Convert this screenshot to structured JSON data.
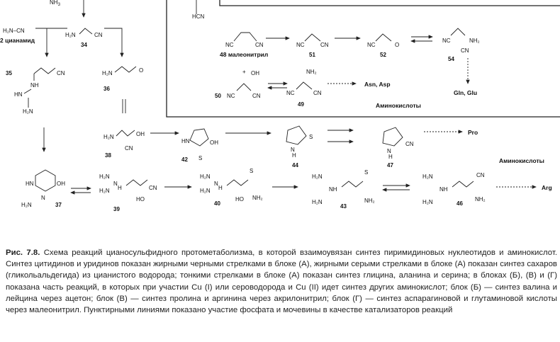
{
  "labels": {
    "nh3": "NH",
    "nh3_sub": "3",
    "hcn": "HCN",
    "h2n_cn_left": "H₂N–CN",
    "cyanamide": "2 цианамид",
    "n34": "34",
    "n35": "35",
    "n36": "36",
    "n37": "37",
    "n38": "38",
    "n39": "39",
    "n40": "40",
    "n42": "42",
    "n43": "43",
    "n44": "44",
    "n46": "46",
    "n47": "47",
    "n48": "48 малеонитрил",
    "n49": "49",
    "n50": "50",
    "n51": "51",
    "n52": "52",
    "n54": "54",
    "asn_asp": "Asn, Asp",
    "gln_glu": "Gln, Glu",
    "amino_acids_1": "Аминокислоты",
    "amino_acids_2": "Аминокислоты",
    "pro": "Pro",
    "arg": "Arg",
    "nc": "NC",
    "cn": "CN",
    "h2n": "H₂N",
    "nh2": "NH₂",
    "nh": "NH",
    "hn": "HN",
    "n": "N",
    "oh": "OH",
    "ho": "HO",
    "o": "O",
    "s": "S",
    "h": "H",
    "plus": "+"
  },
  "caption": {
    "fig": "Рис. 7.8.",
    "text": " Схема реакций цианосульфидного протометаболизма, в которой взаимоувязан синтез пиримидиновых нуклеотидов и аминокислот. Синтез цитидинов и уридинов показан жирными черными стрелками в блоке (А), жирными серыми стрелками в блоке (А) показан синтез сахаров (гликольальдегида) из цианистого водорода; тонкими стрелками в блоке (А) показан синтез глицина, аланина и серина; в блоках (Б), (В) и (Г) показана часть реакций, в которых при участии Cu (I) или сероводорода и Cu (II) идет синтез других аминокислот; блок (Б) — синтез валина и лейцина через ацетон; блок (В) — синтез пролина и аргинина через акрилонитрил; блок (Г) — синтез аспарагиновой и глутаминовой кислоты через малеонитрил. Пунктирными линиями показано участие фосфата и мочевины в качестве катализаторов реакций"
  }
}
